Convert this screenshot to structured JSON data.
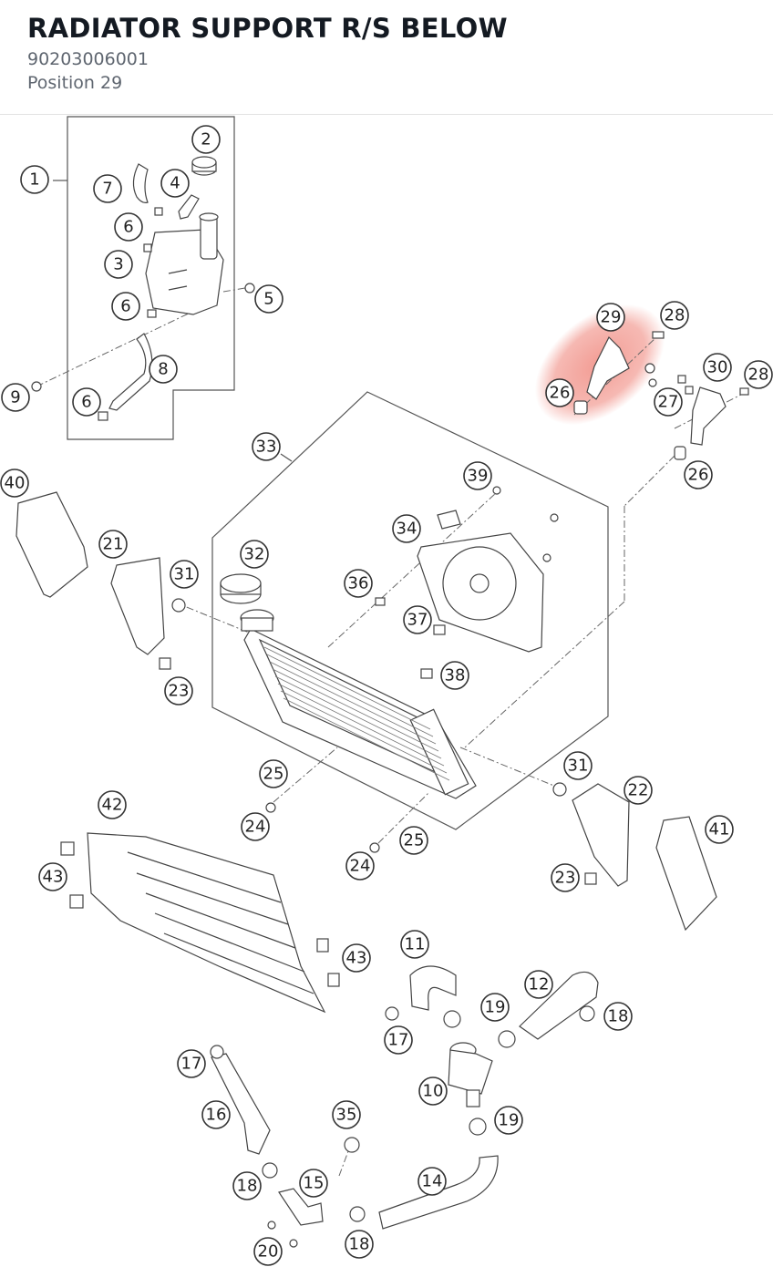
{
  "header": {
    "title": "RADIATOR SUPPORT R/S BELOW",
    "part_number": "90203006001",
    "position": "Position 29"
  },
  "highlight": {
    "color": "#f08a80",
    "target_callout": "29"
  },
  "diagram": {
    "callouts": [
      {
        "label": "1"
      },
      {
        "label": "2"
      },
      {
        "label": "7"
      },
      {
        "label": "4"
      },
      {
        "label": "6"
      },
      {
        "label": "3"
      },
      {
        "label": "5"
      },
      {
        "label": "6"
      },
      {
        "label": "8"
      },
      {
        "label": "9"
      },
      {
        "label": "6"
      },
      {
        "label": "29"
      },
      {
        "label": "28"
      },
      {
        "label": "26"
      },
      {
        "label": "27"
      },
      {
        "label": "30"
      },
      {
        "label": "28"
      },
      {
        "label": "26"
      },
      {
        "label": "33"
      },
      {
        "label": "39"
      },
      {
        "label": "40"
      },
      {
        "label": "34"
      },
      {
        "label": "21"
      },
      {
        "label": "31"
      },
      {
        "label": "32"
      },
      {
        "label": "36"
      },
      {
        "label": "37"
      },
      {
        "label": "38"
      },
      {
        "label": "23"
      },
      {
        "label": "25"
      },
      {
        "label": "31"
      },
      {
        "label": "22"
      },
      {
        "label": "42"
      },
      {
        "label": "24"
      },
      {
        "label": "41"
      },
      {
        "label": "25"
      },
      {
        "label": "24"
      },
      {
        "label": "23"
      },
      {
        "label": "43"
      },
      {
        "label": "43"
      },
      {
        "label": "11"
      },
      {
        "label": "12"
      },
      {
        "label": "19"
      },
      {
        "label": "18"
      },
      {
        "label": "17"
      },
      {
        "label": "17"
      },
      {
        "label": "10"
      },
      {
        "label": "19"
      },
      {
        "label": "16"
      },
      {
        "label": "35"
      },
      {
        "label": "14"
      },
      {
        "label": "18"
      },
      {
        "label": "15"
      },
      {
        "label": "18"
      },
      {
        "label": "20"
      }
    ]
  }
}
